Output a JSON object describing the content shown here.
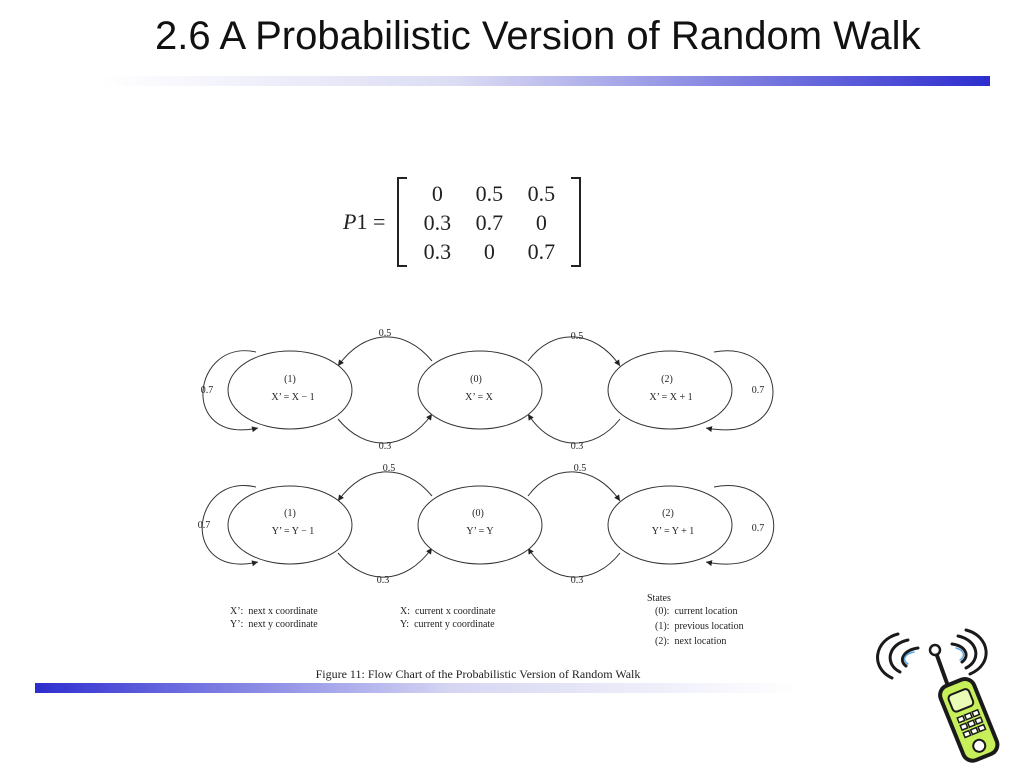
{
  "slide": {
    "title": "2.6 A Probabilistic Version of Random Walk"
  },
  "matrix": {
    "label": "P",
    "label_suffix": "1 =",
    "rows": [
      [
        "0",
        "0.5",
        "0.5"
      ],
      [
        "0.3",
        "0.7",
        "0"
      ],
      [
        "0.3",
        "0",
        "0.7"
      ]
    ]
  },
  "diagram_x": {
    "states": [
      {
        "id": "(1)",
        "expr": "X’ = X − 1"
      },
      {
        "id": "(0)",
        "expr": "X’ = X"
      },
      {
        "id": "(2)",
        "expr": "X’ = X + 1"
      }
    ],
    "edge_labels": {
      "top_left": "0.5",
      "top_right": "0.5",
      "bottom_left": "0.3",
      "bottom_right": "0.3",
      "self_left": "0.7",
      "self_right": "0.7"
    }
  },
  "diagram_y": {
    "states": [
      {
        "id": "(1)",
        "expr": "Y’ = Y − 1"
      },
      {
        "id": "(0)",
        "expr": "Y’ = Y"
      },
      {
        "id": "(2)",
        "expr": "Y’ = Y + 1"
      }
    ],
    "edge_labels": {
      "top_left": "0.5",
      "top_right": "0.5",
      "bottom_left": "0.3",
      "bottom_right": "0.3",
      "self_left": "0.7",
      "self_right": "0.7"
    }
  },
  "legend": {
    "col1": [
      "X’:  next x coordinate",
      "Y’:  next y coordinate"
    ],
    "col2": [
      "X:  current x coordinate",
      "Y:  current y coordinate"
    ],
    "states_title": "States",
    "states": [
      "(0):  current location",
      "(1):  previous location",
      "(2):  next location"
    ]
  },
  "caption": "Figure 11: Flow Chart of the Probabilistic Version of Random Walk",
  "decor": {
    "clipart": "cellphone-clipart",
    "accent": "#2d2dcf",
    "phone_green": "#c6ef5a"
  }
}
